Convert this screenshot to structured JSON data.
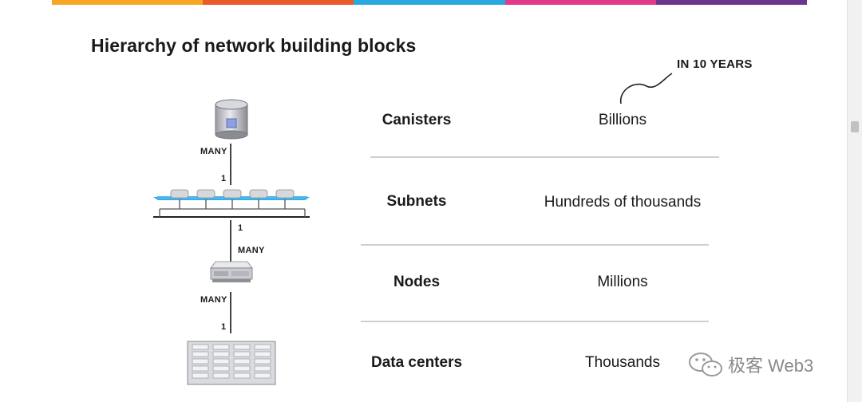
{
  "slide": {
    "title": "Hierarchy of network building blocks",
    "annotation": "IN 10 YEARS",
    "stripe_colors": [
      "#f5a623",
      "#ea5a2a",
      "#29a8e0",
      "#e23a8a",
      "#6b3590"
    ],
    "rows": [
      {
        "label": "Canisters",
        "value": "Billions",
        "icon": "canister-icon"
      },
      {
        "label": "Subnets",
        "value": "Hundreds of thousands",
        "icon": "subnet-icon"
      },
      {
        "label": "Nodes",
        "value": "Millions",
        "icon": "node-server-icon"
      },
      {
        "label": "Data centers",
        "value": "Thousands",
        "icon": "data-center-icon"
      }
    ],
    "connectors": [
      {
        "top": "MANY",
        "bottom": "1"
      },
      {
        "top": "1",
        "bottom": "MANY"
      },
      {
        "top": "MANY",
        "bottom": "1"
      }
    ]
  },
  "watermark": {
    "text": "极客 Web3",
    "icon": "wechat-icon"
  }
}
